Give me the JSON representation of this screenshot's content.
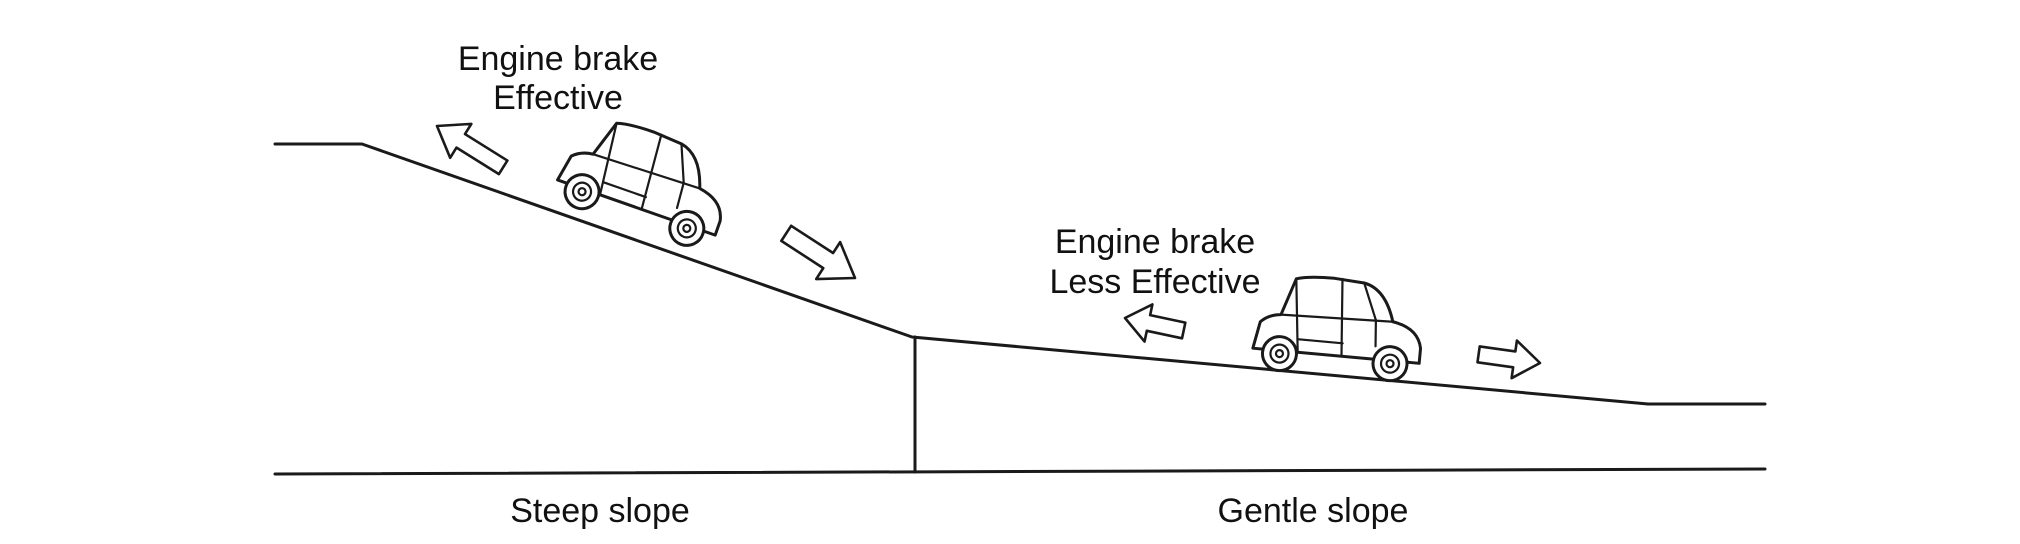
{
  "steep_section": {
    "annotation_line1": "Engine brake",
    "annotation_line2": "Effective",
    "caption": "Steep slope"
  },
  "gentle_section": {
    "annotation_line1": "Engine brake",
    "annotation_line2": "Less Effective",
    "caption": "Gentle slope"
  },
  "icons": {
    "vehicle": "car-icon",
    "direction": "block-arrow-icon"
  }
}
